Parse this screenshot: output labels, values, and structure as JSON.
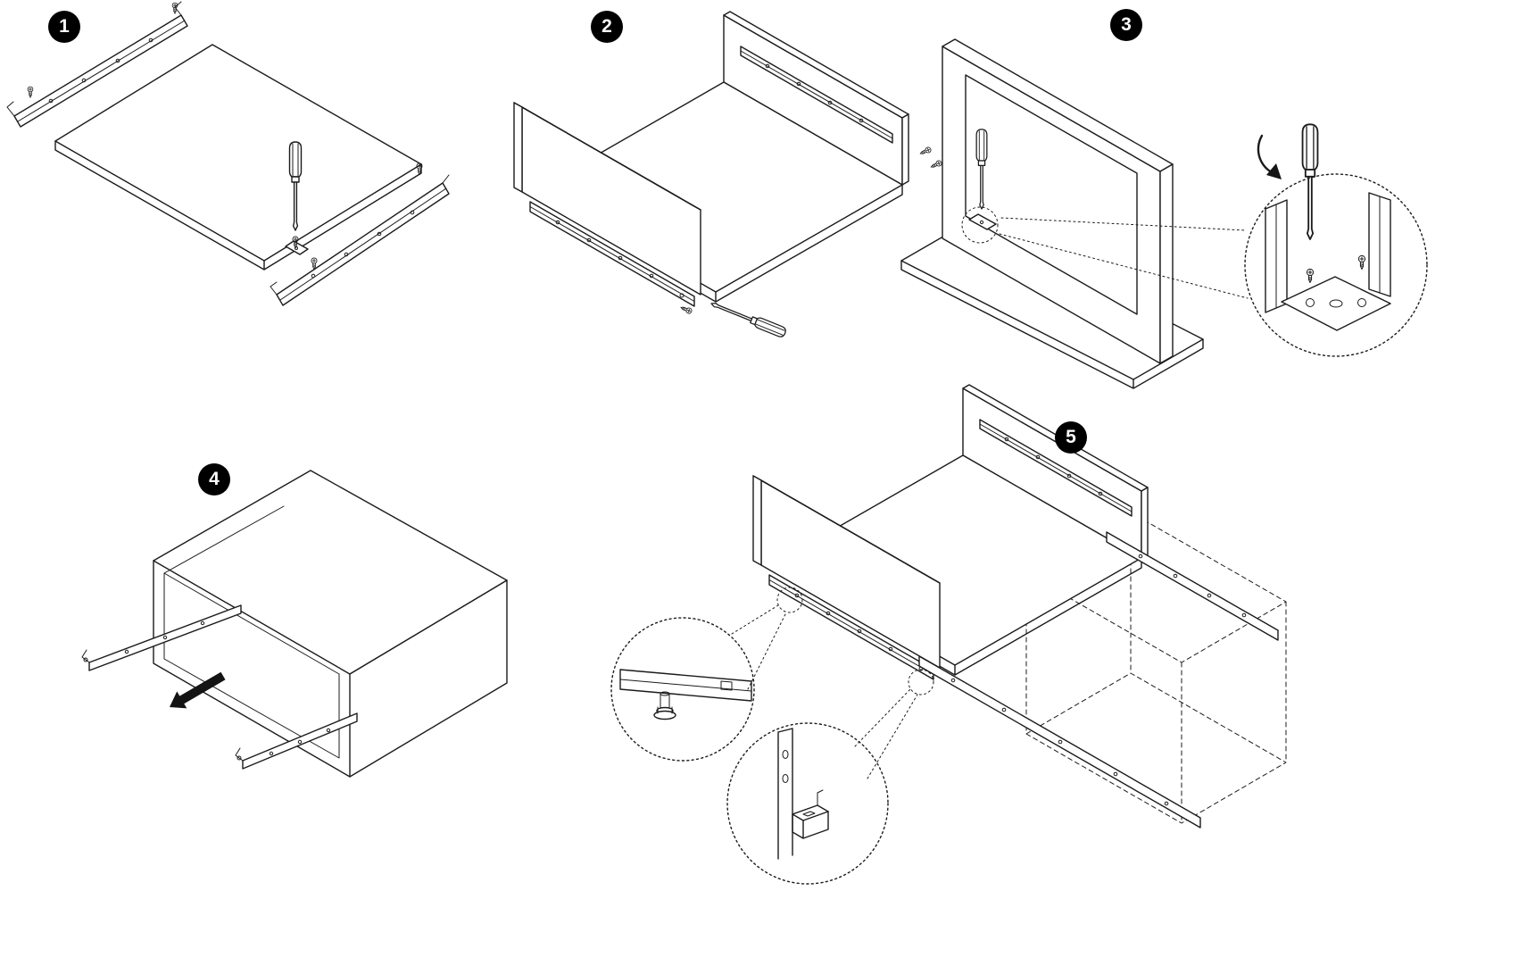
{
  "steps": [
    {
      "number": "1"
    },
    {
      "number": "2"
    },
    {
      "number": "3"
    },
    {
      "number": "4"
    },
    {
      "number": "5"
    }
  ],
  "colors": {
    "line": "#1b1b1b",
    "background": "#ffffff",
    "badge_bg": "#000000",
    "badge_text": "#ffffff"
  }
}
